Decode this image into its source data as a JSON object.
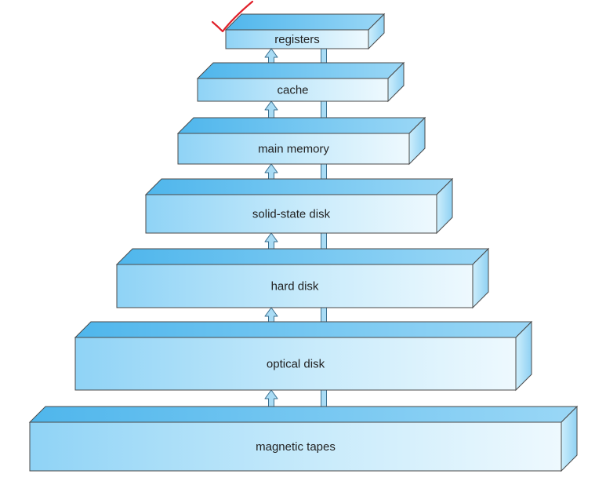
{
  "diagram": {
    "levels": [
      {
        "label": "registers"
      },
      {
        "label": "cache"
      },
      {
        "label": "main memory"
      },
      {
        "label": "solid-state disk"
      },
      {
        "label": "hard disk"
      },
      {
        "label": "optical disk"
      },
      {
        "label": "magnetic tapes"
      }
    ],
    "connectors": "bidirectional-arrows",
    "annotation": "red-checkmark-on-registers"
  },
  "colors": {
    "box_front_left": "#8fd3f6",
    "box_front_right": "#e6f5fd",
    "box_top": "#6cc3ef",
    "box_side": "#aee0f8",
    "outline": "#4a4a4a",
    "arrow_fill": "#a9dcf5",
    "arrow_stroke": "#3a6f8f",
    "checkmark": "#e0202a"
  }
}
